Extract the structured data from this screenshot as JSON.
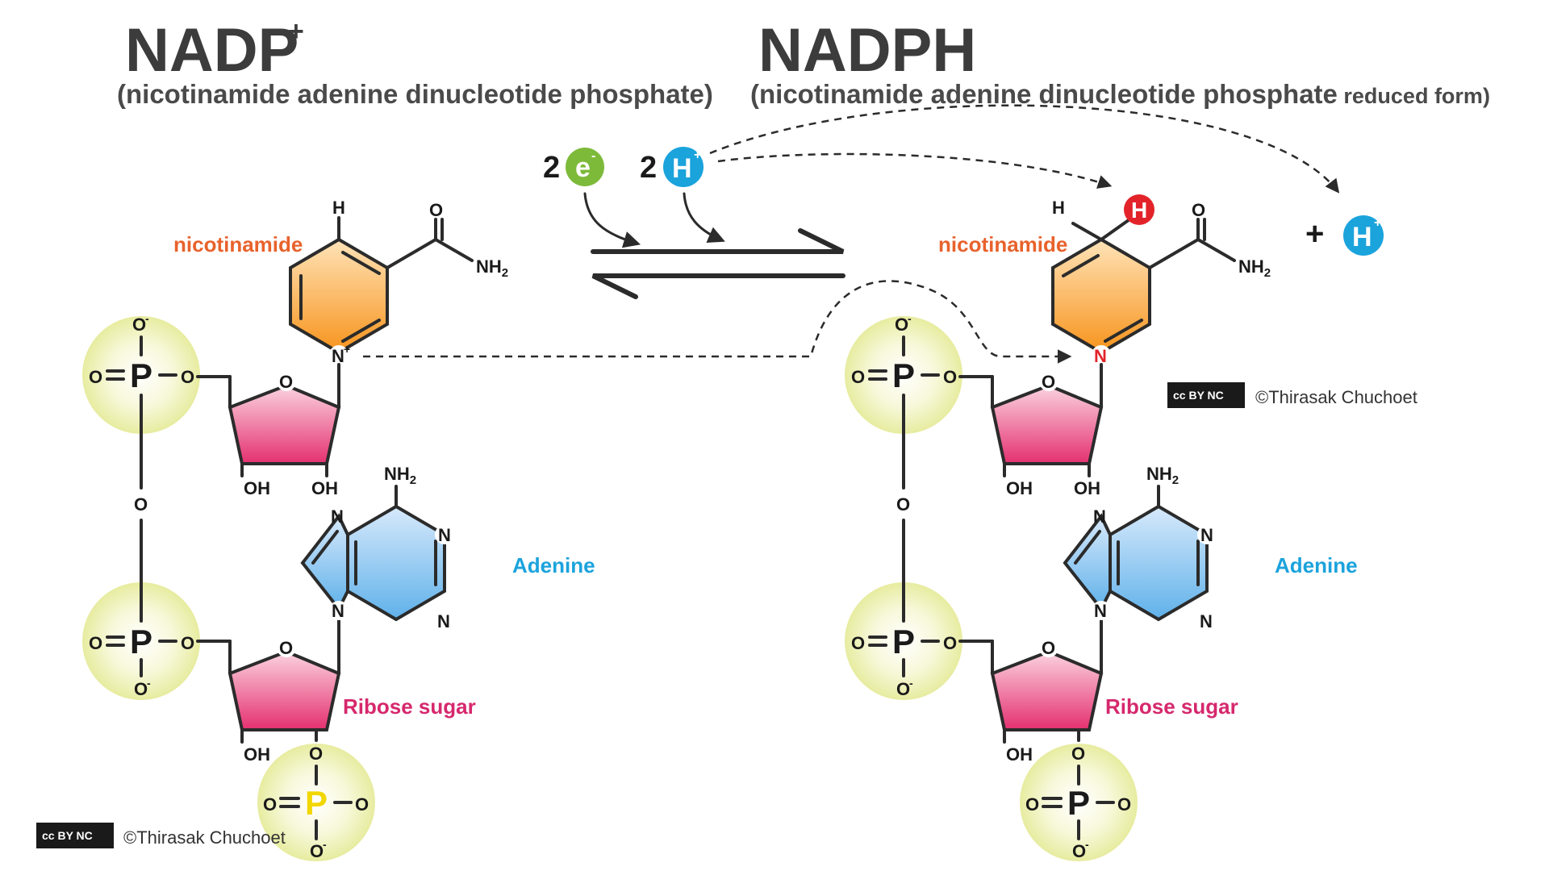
{
  "left": {
    "title": "NADP",
    "title_sup": "+",
    "subtitle": "(nicotinamide adenine dinucleotide phosphate)"
  },
  "right": {
    "title": "NADPH",
    "subtitle_main": "(nicotinamide adenine dinucleotide phosphate",
    "subtitle_small": " reduced form)"
  },
  "reaction": {
    "electron_count": "2",
    "electron_symbol": "e",
    "electron_charge": "-",
    "proton_count": "2",
    "proton_symbol": "H",
    "proton_charge": "+",
    "plus_sign": "+",
    "released_proton": "H",
    "released_charge": "+"
  },
  "labels": {
    "nicotinamide": "nicotinamide",
    "adenine": "Adenine",
    "ribose_sugar": "Ribose sugar"
  },
  "atoms": {
    "H": "H",
    "O": "O",
    "N": "N",
    "P": "P",
    "OH": "OH",
    "NH2": "NH",
    "sub2": "2",
    "N_plus": "+",
    "O_minus": "-"
  },
  "credit": {
    "text": "©Thirasak Chuchoet",
    "license": "cc BY NC"
  },
  "colors": {
    "nicotinamide_label": "#e8622c",
    "adenine_label": "#1ba3dc",
    "ribose_label": "#d6286d",
    "electron": "#7dba3a",
    "proton": "#1ba3dc",
    "added_h": "#e2242a",
    "phosphate_glow": "#eef0a8",
    "highlight_p": "#f2d600"
  }
}
